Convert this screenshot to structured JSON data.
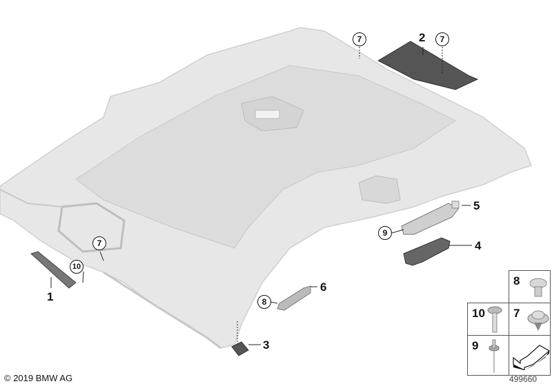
{
  "diagram": {
    "title": "Headliner parts diagram",
    "parts": [
      {
        "num": "1",
        "name": "trim-strip"
      },
      {
        "num": "2",
        "name": "rear-panel"
      },
      {
        "num": "3",
        "name": "clip-nut"
      },
      {
        "num": "4",
        "name": "grab-handle"
      },
      {
        "num": "5",
        "name": "handle-bracket"
      },
      {
        "num": "6",
        "name": "side-bracket"
      }
    ],
    "callouts": [
      {
        "num": "7",
        "pos": "top-center"
      },
      {
        "num": "7",
        "pos": "top-right"
      },
      {
        "num": "7",
        "pos": "left-frame"
      },
      {
        "num": "10",
        "pos": "left-strip"
      },
      {
        "num": "9",
        "pos": "bracket-5"
      },
      {
        "num": "8",
        "pos": "bracket-6"
      }
    ],
    "fastener_table": [
      {
        "num": "8",
        "item": "screw-pan-head"
      },
      {
        "num": "10",
        "item": "self-tapping-screw"
      },
      {
        "num": "7",
        "item": "expanding-clip"
      },
      {
        "num": "9",
        "item": "rivet"
      },
      {
        "num": "",
        "item": "direction-arrow"
      }
    ]
  },
  "footer": {
    "copyright": "© 2019 BMW AG",
    "doc_number": "499660"
  }
}
